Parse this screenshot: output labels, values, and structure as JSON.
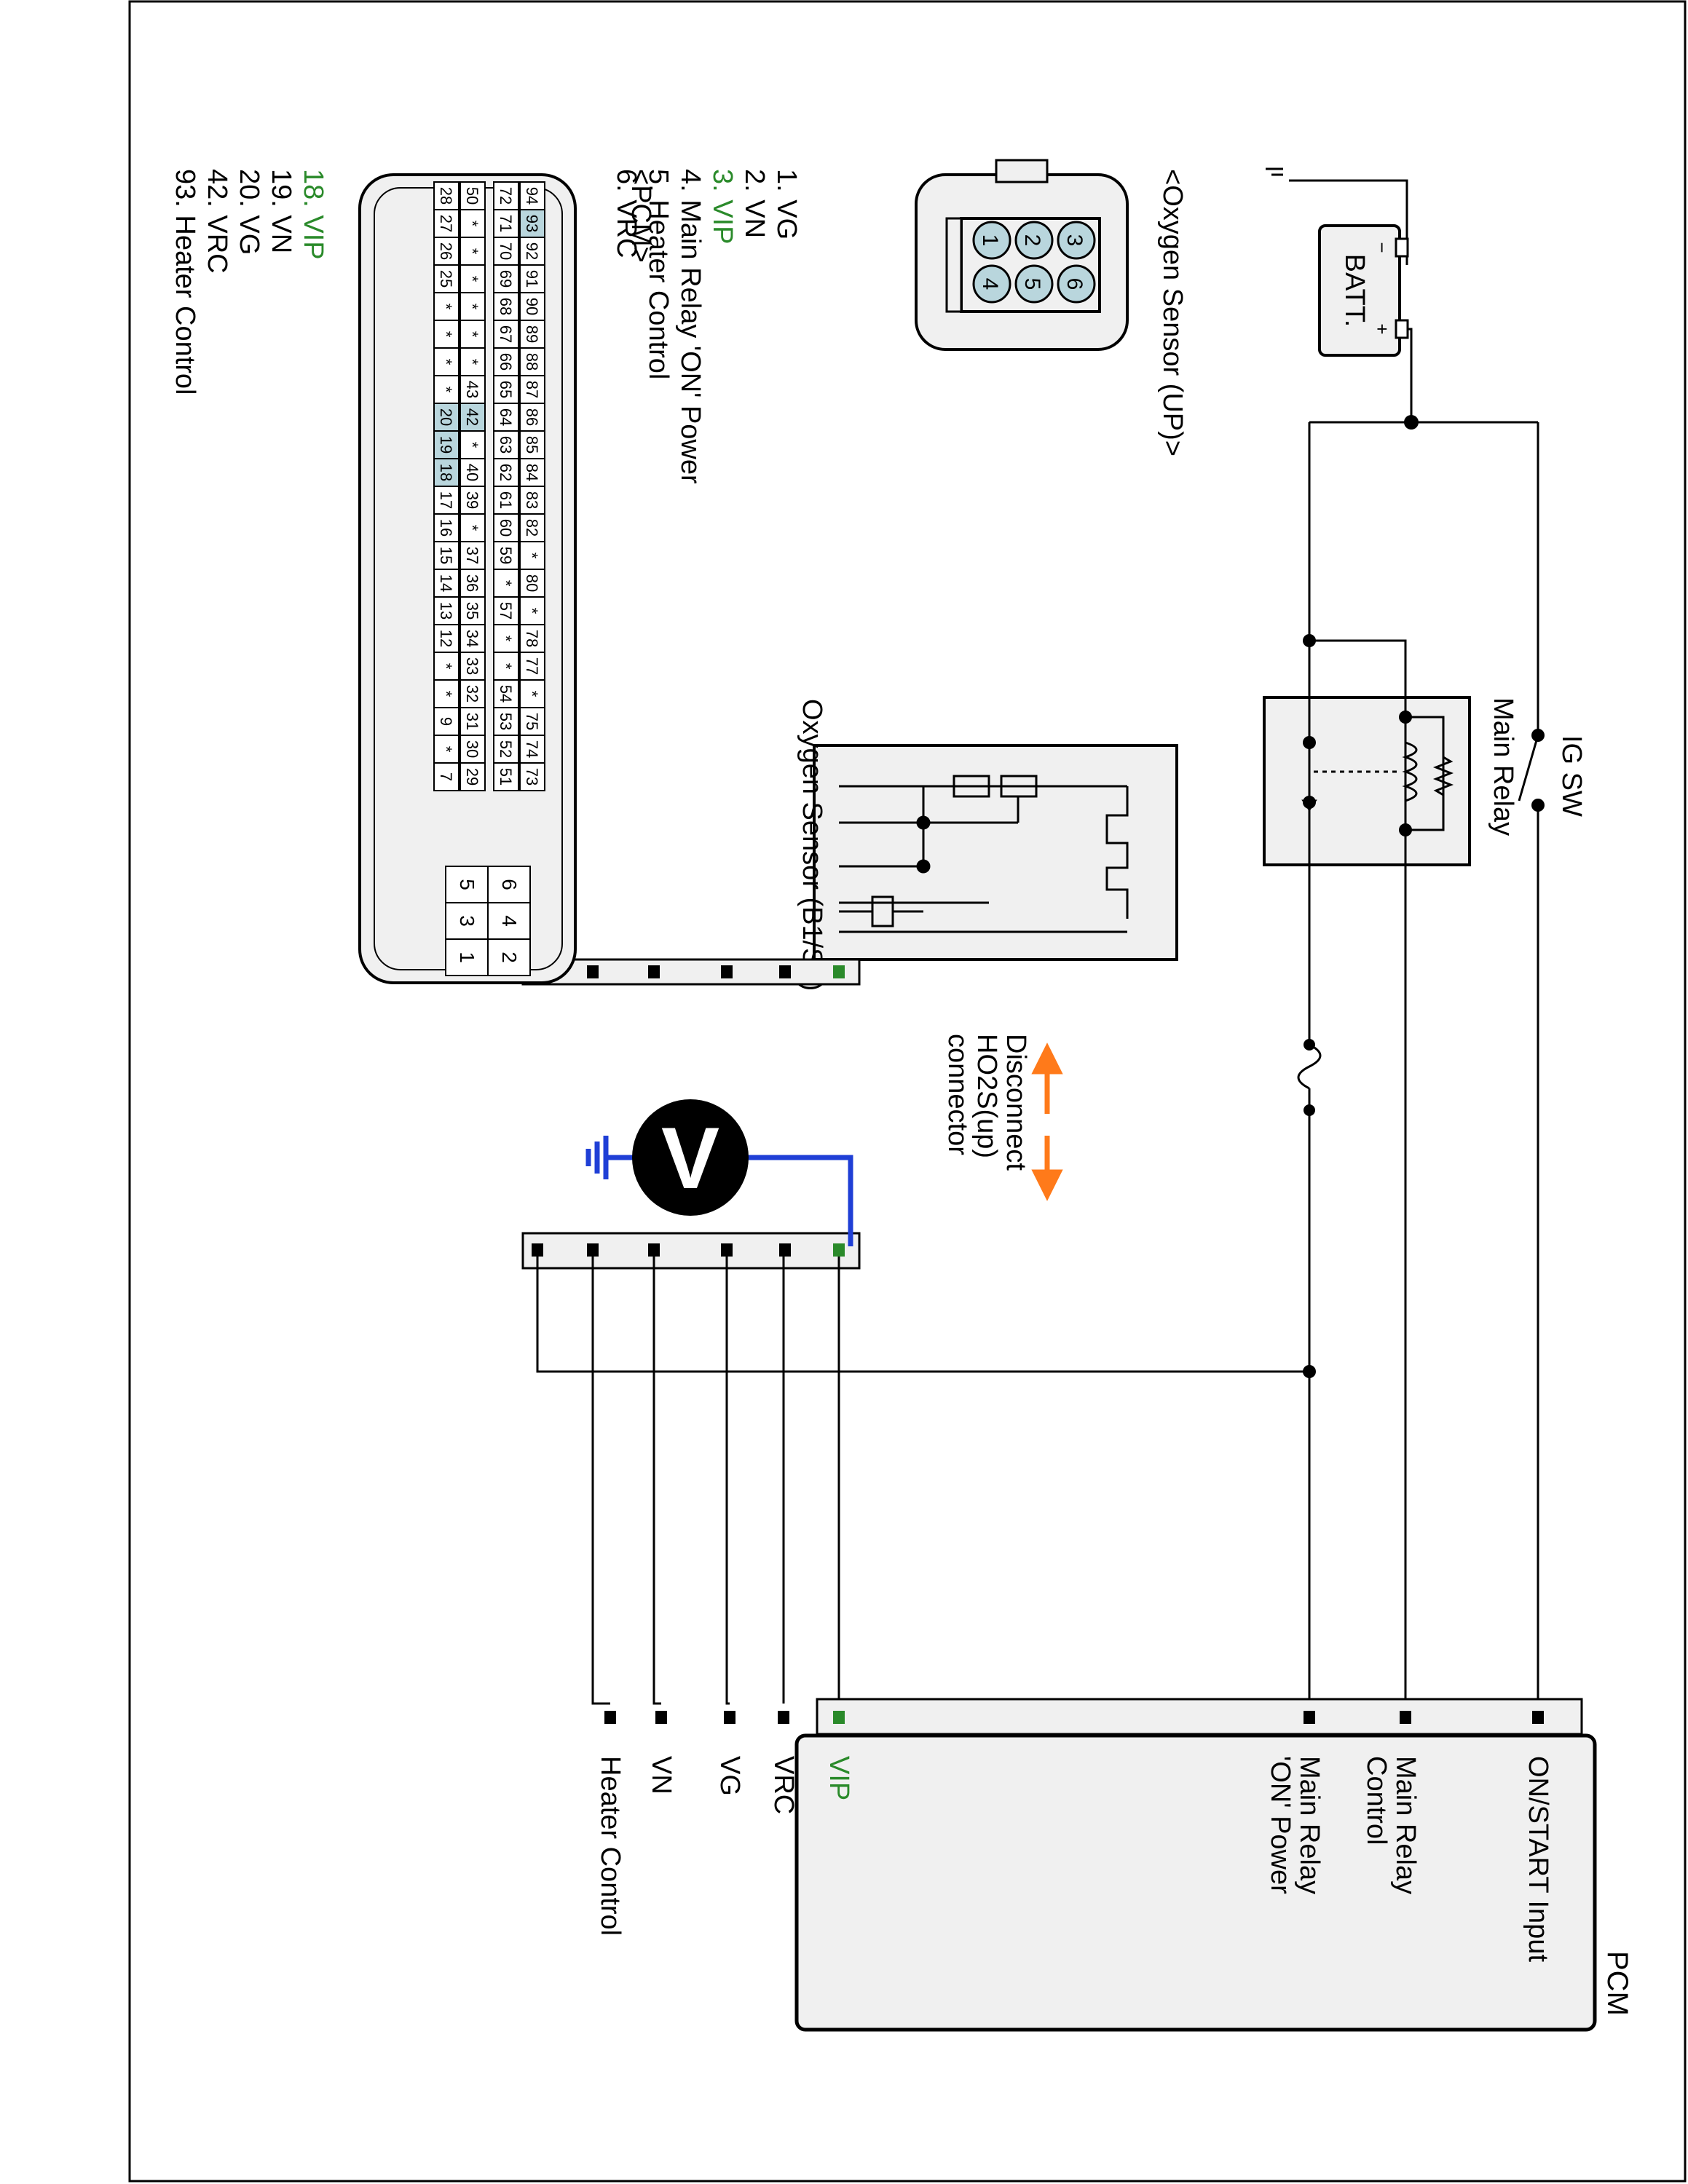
{
  "colors": {
    "wire": "#000000",
    "voltmeter_lead": "#1f3fd6",
    "measured_pin": "#2a8a2a",
    "arrow": "#ff7a1a",
    "highlight": "#b9d6dd",
    "box_fill": "#f0f0f0"
  },
  "power": {
    "battery_label": "BATT.",
    "plus": "+",
    "minus": "−",
    "ig_switch_label": "IG SW",
    "main_relay_label": "Main Relay"
  },
  "pcm": {
    "title": "PCM",
    "pins": [
      {
        "label": "ON/START Input",
        "measured": false
      },
      {
        "label": "Main Relay Control",
        "measured": false
      },
      {
        "label": "Main Relay 'ON' Power",
        "measured": false
      },
      {
        "label": "Heater Control",
        "measured": false
      },
      {
        "label": "VN",
        "measured": false
      },
      {
        "label": "VG",
        "measured": false
      },
      {
        "label": "VRC",
        "measured": false
      },
      {
        "label": "VIP",
        "measured": true
      }
    ]
  },
  "sensor": {
    "label": "Oxygen Sensor (B1/S1)"
  },
  "disconnect": {
    "lines": [
      "Disconnect",
      "HO2S(up)",
      "connector"
    ]
  },
  "voltmeter": {
    "symbol": "V"
  },
  "o2_connector": {
    "title": "<Oxygen Sensor (UP)>",
    "cavities": [
      [
        "3",
        "2",
        "1"
      ],
      [
        "6",
        "5",
        "4"
      ]
    ],
    "pins": [
      {
        "text": "1. VG",
        "measured": false
      },
      {
        "text": "2. VN",
        "measured": false
      },
      {
        "text": "3. VIP",
        "measured": true
      },
      {
        "text": "4. Main Relay 'ON' Power",
        "measured": false
      },
      {
        "text": "5. Heater Control",
        "measured": false
      },
      {
        "text": "6. VRC",
        "measured": false
      }
    ]
  },
  "pcm_connector": {
    "title": "<PCM>",
    "rows": [
      [
        "94",
        "93",
        "92",
        "91",
        "90",
        "89",
        "88",
        "87",
        "86",
        "85",
        "84",
        "83",
        "82",
        "*",
        "80",
        "*",
        "78",
        "77",
        "*",
        "75",
        "74",
        "73"
      ],
      [
        "72",
        "71",
        "70",
        "69",
        "68",
        "67",
        "66",
        "65",
        "64",
        "63",
        "62",
        "61",
        "60",
        "59",
        "*",
        "57",
        "*",
        "*",
        "54",
        "53",
        "52",
        "51"
      ],
      [
        "50",
        "*",
        "*",
        "*",
        "*",
        "*",
        "*",
        "43",
        "42",
        "*",
        "40",
        "39",
        "*",
        "37",
        "36",
        "35",
        "34",
        "33",
        "32",
        "31",
        "30",
        "29"
      ],
      [
        "28",
        "27",
        "26",
        "25",
        "*",
        "*",
        "*",
        "*",
        "20",
        "19",
        "18",
        "17",
        "16",
        "15",
        "14",
        "13",
        "12",
        "*",
        "*",
        "9",
        "*",
        "7"
      ]
    ],
    "highlighted": [
      "93",
      "42",
      "20",
      "19",
      "18"
    ],
    "small_grid": [
      [
        "6",
        "5"
      ],
      [
        "4",
        "3"
      ],
      [
        "2",
        "1"
      ]
    ],
    "pins": [
      {
        "text": "18. VIP",
        "measured": true
      },
      {
        "text": "19. VN",
        "measured": false
      },
      {
        "text": "20. VG",
        "measured": false
      },
      {
        "text": "42. VRC",
        "measured": false
      },
      {
        "text": "93. Heater Control",
        "measured": false
      }
    ]
  }
}
